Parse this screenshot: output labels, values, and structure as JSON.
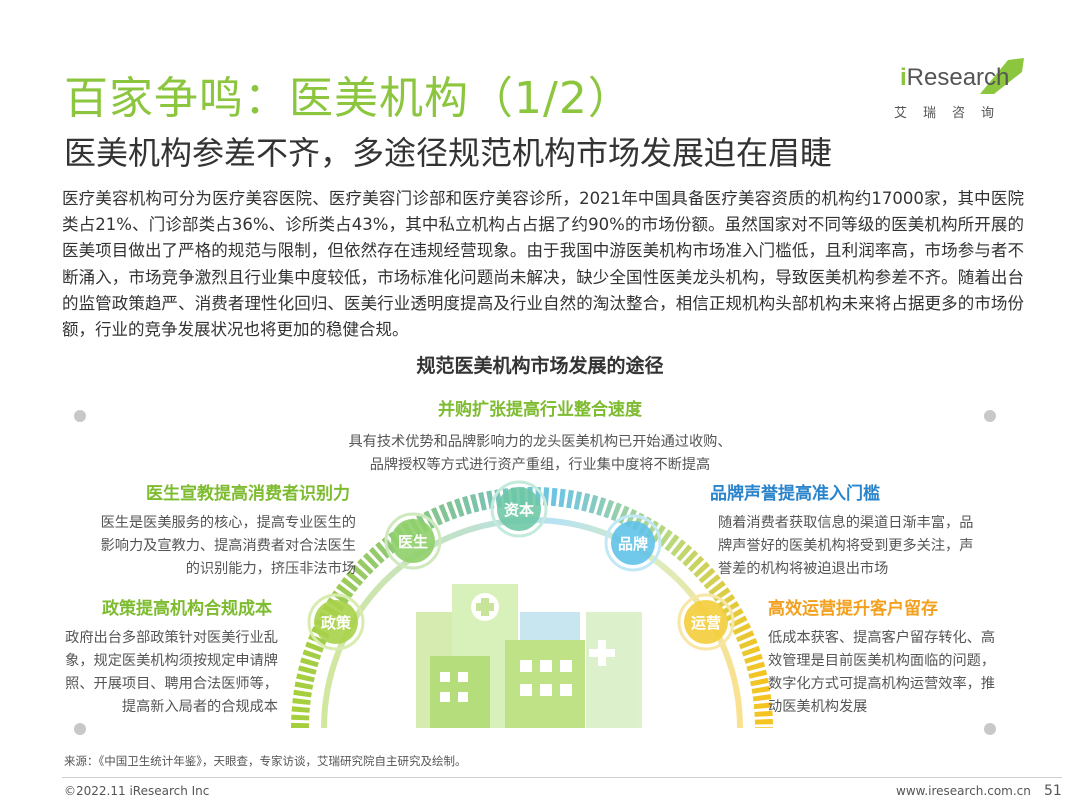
{
  "header": {
    "title": "百家争鸣：医美机构（1/2）",
    "subtitle": "医美机构参差不齐，多途径规范机构市场发展迫在眉睫",
    "logo_brand_i": "i",
    "logo_brand_rest": "Research",
    "logo_cn": "艾瑞咨询"
  },
  "body_text": "医疗美容机构可分为医疗美容医院、医疗美容门诊部和医疗美容诊所，2021年中国具备医疗美容资质的机构约17000家，其中医院类占21%、门诊部类占36%、诊所类占43%，其中私立机构占占据了约90%的市场份额。虽然国家对不同等级的医美机构所开展的医美项目做出了严格的规范与限制，但依然存在违规经营现象。由于我国中游医美机构市场准入门槛低，且利润率高，市场参与者不断涌入，市场竞争激烈且行业集中度较低，市场标准化问题尚未解决，缺少全国性医美龙头机构，导致医美机构参差不齐。随着出台的监管政策趋严、消费者理性化回归、医美行业透明度提高及行业自然的淘汰整合，相信正规机构头部机构未来将占据更多的市场份额，行业的竞争发展状况也将更加的稳健合规。",
  "diagram": {
    "title": "规范医美机构市场发展的途径",
    "arc_labels": {
      "policy": "政策",
      "doctor": "医生",
      "capital": "资本",
      "brand": "品牌",
      "operation": "运营"
    },
    "top": {
      "title": "并购扩张提高行业整合速度",
      "desc_line1": "具有技术优势和品牌影响力的龙头医美机构已开始通过收购、",
      "desc_line2": "品牌授权等方式进行资产重组，行业集中度将不断提高"
    },
    "doctor": {
      "title": "医生宣教提高消费者识别力",
      "desc_line1": "医生是医美服务的核心，提高专业医生的",
      "desc_line2": "影响力及宣教力、提高消费者对合法医生",
      "desc_line3": "的识别能力，挤压非法市场"
    },
    "policy": {
      "title": "政策提高机构合规成本",
      "desc_line1": "政府出台多部政策针对医美行业乱",
      "desc_line2": "象，规定医美机构须按规定申请牌",
      "desc_line3": "照、开展项目、聘用合法医师等，",
      "desc_line4": "提高新入局者的合规成本"
    },
    "brand": {
      "title": "品牌声誉提高准入门槛",
      "desc_line1": "随着消费者获取信息的渠道日渐丰富，品",
      "desc_line2": "牌声誉好的医美机构将受到更多关注，声",
      "desc_line3": "誉差的机构将被迫退出市场"
    },
    "operation": {
      "title": "高效运营提升客户留存",
      "desc_line1": "低成本获客、提高客户留存转化、高",
      "desc_line2": "效管理是目前医美机构面临的问题，",
      "desc_line3": "数字化方式可提高机构运营效率，推",
      "desc_line4": "动医美机构发展"
    }
  },
  "footer": {
    "source": "来源：《中国卫生统计年鉴》，天眼查，专家访谈，艾瑞研究院自主研究及绘制。",
    "copyright": "©2022.11 iResearch Inc",
    "website": "www.iresearch.com.cn",
    "page": "51"
  },
  "colors": {
    "green": "#8cc63f",
    "blue": "#2a84cc",
    "orange": "#f2a01d"
  }
}
